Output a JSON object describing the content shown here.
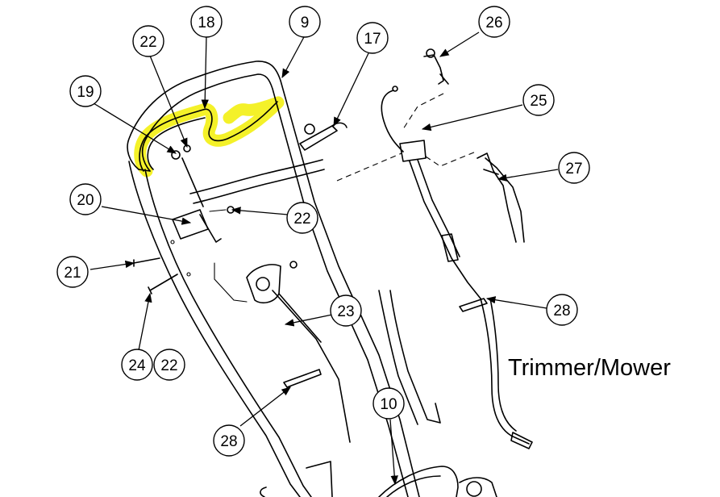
{
  "callouts": [
    {
      "id": "c9",
      "label": "9"
    },
    {
      "id": "c10",
      "label": "10"
    },
    {
      "id": "c17",
      "label": "17"
    },
    {
      "id": "c18",
      "label": "18"
    },
    {
      "id": "c19",
      "label": "19"
    },
    {
      "id": "c20",
      "label": "20"
    },
    {
      "id": "c21",
      "label": "21"
    },
    {
      "id": "c22a",
      "label": "22"
    },
    {
      "id": "c22b",
      "label": "22"
    },
    {
      "id": "c22c",
      "label": "22"
    },
    {
      "id": "c23",
      "label": "23"
    },
    {
      "id": "c24",
      "label": "24"
    },
    {
      "id": "c25",
      "label": "25"
    },
    {
      "id": "c26",
      "label": "26"
    },
    {
      "id": "c27",
      "label": "27"
    },
    {
      "id": "c28a",
      "label": "28"
    },
    {
      "id": "c28b",
      "label": "28"
    }
  ],
  "caption": "Trimmer/Mower",
  "colors": {
    "highlight": "#f3f01e",
    "line": "#000000",
    "background": "#ffffff"
  }
}
